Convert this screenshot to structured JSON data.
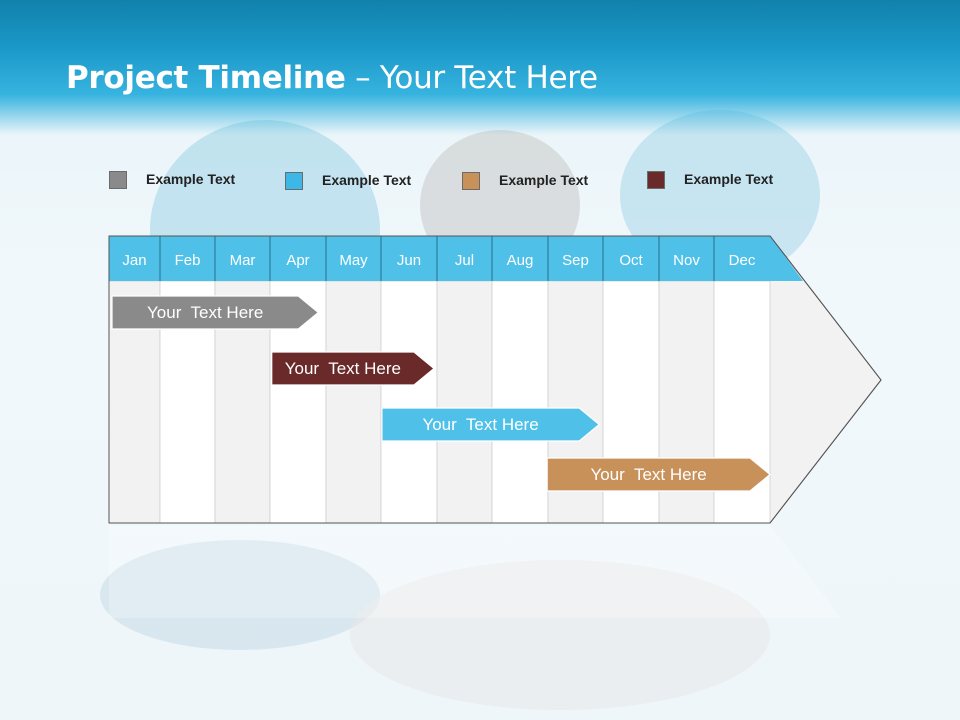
{
  "slide": {
    "title_bold": "Project Timeline",
    "title_rest": " – Your Text Here"
  },
  "colors": {
    "header": "#1a98c8",
    "month_row": "#4fc1e9",
    "gray": "#8a8a8a",
    "blue": "#4fc1e9",
    "tan": "#c8915a",
    "maroon": "#6b2a2a"
  },
  "legend": [
    {
      "label": "Example Text",
      "color": "#8a8a8a"
    },
    {
      "label": "Example Text",
      "color": "#3db8e6"
    },
    {
      "label": "Example Text",
      "color": "#c8915a"
    },
    {
      "label": "Example Text",
      "color": "#6b2a2a"
    }
  ],
  "chart_data": {
    "type": "gantt",
    "months": [
      "Jan",
      "Feb",
      "Mar",
      "Apr",
      "May",
      "Jun",
      "Jul",
      "Aug",
      "Sep",
      "Oct",
      "Nov",
      "Dec"
    ],
    "tasks": [
      {
        "label": "Your  Text Here",
        "start": 0.0,
        "end": 3.8,
        "color": "#8a8a8a"
      },
      {
        "label": "Your  Text Here",
        "start": 2.9,
        "end": 5.9,
        "color": "#6b2a2a"
      },
      {
        "label": "Your  Text Here",
        "start": 4.9,
        "end": 8.9,
        "color": "#4fc1e9"
      },
      {
        "label": "Your  Text Here",
        "start": 7.9,
        "end": 12.0,
        "color": "#c8915a"
      }
    ]
  }
}
